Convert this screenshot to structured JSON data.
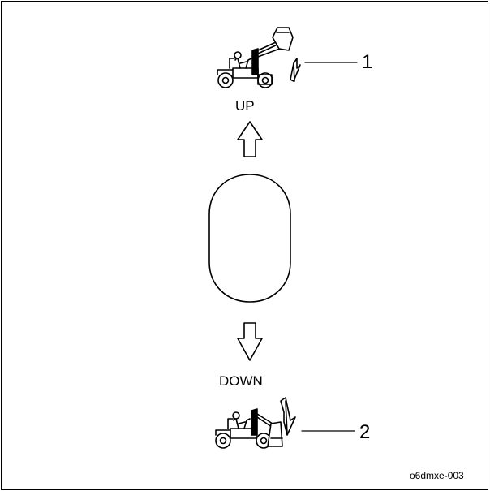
{
  "labels": {
    "up": "UP",
    "down": "DOWN",
    "callout_1": "1",
    "callout_2": "2",
    "figure_id": "o6dmxe-003"
  },
  "icons": {
    "top_illustration": "tractor-loader-bucket-raised-icon",
    "bottom_illustration": "tractor-loader-bucket-lowered-icon",
    "up_arrow": "arrow-up-icon",
    "down_arrow": "arrow-down-icon",
    "control_button": "rounded-control-button"
  },
  "colors": {
    "line": "#000000",
    "background": "#ffffff"
  }
}
